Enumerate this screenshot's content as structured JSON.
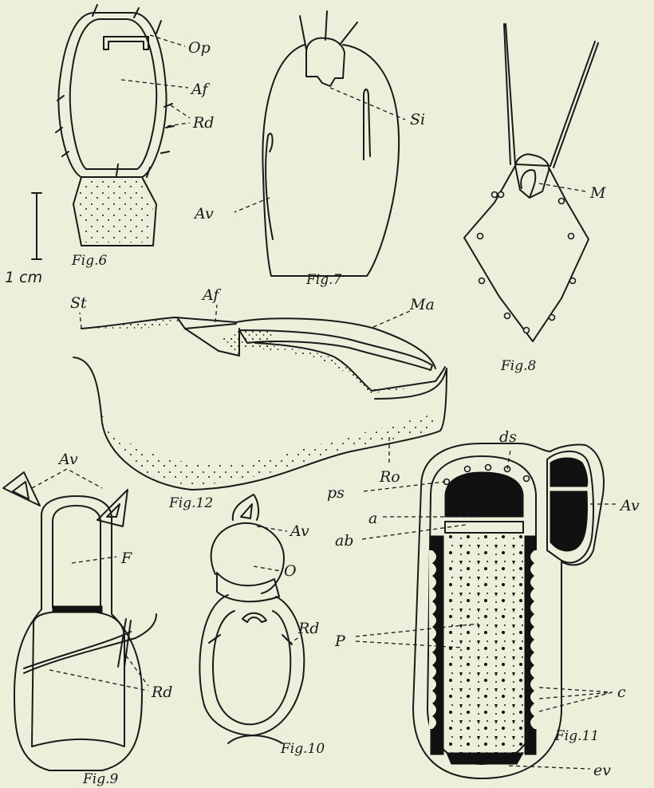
{
  "scale_bar": {
    "label": "1 cm"
  },
  "fig6": {
    "caption": "Fig.6",
    "labels": [
      "Op",
      "Af",
      "Rd"
    ]
  },
  "fig7": {
    "caption": "Fig.7",
    "labels": [
      "Si",
      "Av"
    ]
  },
  "fig8": {
    "caption": "Fig.8",
    "labels": [
      "M"
    ]
  },
  "fig12": {
    "caption": "Fig.12",
    "labels": [
      "St",
      "Af",
      "Ma",
      "Ro"
    ]
  },
  "fig9": {
    "caption": "Fig.9",
    "labels": [
      "Av",
      "F",
      "Rd"
    ]
  },
  "fig10": {
    "caption": "Fig.10",
    "labels": [
      "Av",
      "O",
      "Rd"
    ]
  },
  "fig11": {
    "caption": "Fig.11",
    "labels": [
      "ds",
      "ps",
      "Av",
      "a",
      "ab",
      "P",
      "c",
      "ev"
    ]
  }
}
